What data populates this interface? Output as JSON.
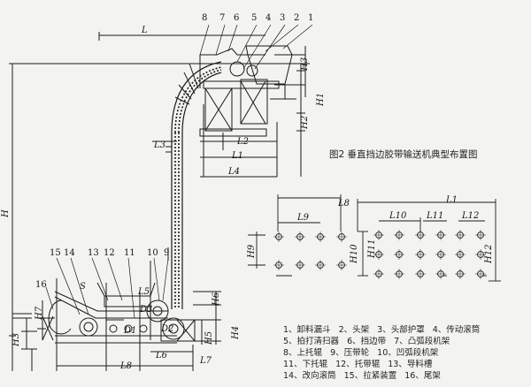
{
  "caption": "图2 垂直挡边胶带输送机典型布置图",
  "part_numbers": [
    "8",
    "7",
    "6",
    "5",
    "4",
    "3",
    "2",
    "1",
    "15",
    "14",
    "13",
    "12",
    "11",
    "10",
    "9",
    "16"
  ],
  "dim_labels": {
    "L": "L",
    "L2": "L2",
    "L1_left": "L1",
    "L4": "L4",
    "L3": "L3",
    "L5": "L5",
    "L6": "L6",
    "L7": "L7",
    "L8": "L8",
    "H": "H",
    "H1_left": "H1",
    "H2_left": "H2",
    "H3_top": "H3",
    "H3_bottom": "H3",
    "H4": "H4",
    "H5": "H5",
    "H6": "H6",
    "H7": "H7",
    "S": "S",
    "D1": "D1",
    "D2": "D2",
    "D3": "D3",
    "L9": "L9",
    "L8_right": "L8",
    "L10": "L10",
    "L11": "L11",
    "L12": "L12",
    "L1_right": "L1",
    "H9": "H9",
    "H10": "H10",
    "H11": "H11",
    "H12": "H12"
  },
  "legend": [
    [
      "1、卸料漏斗",
      "2、头架",
      "3、头部护罩",
      "4、传动滚筒"
    ],
    [
      "5、拍打清扫器",
      "6、挡边带",
      "7、凸弧段机架"
    ],
    [
      "8、上托辊",
      "9、压带轮",
      "10、凹弧段机架"
    ],
    [
      "11、下托辊",
      "12、托带辊",
      "13、导料槽"
    ],
    [
      "14、改向滚筒",
      "15、拉紧装置",
      "16、尾架"
    ]
  ],
  "colors": {
    "ink": "#1b1b1b",
    "paper": "#f3f3f1"
  }
}
